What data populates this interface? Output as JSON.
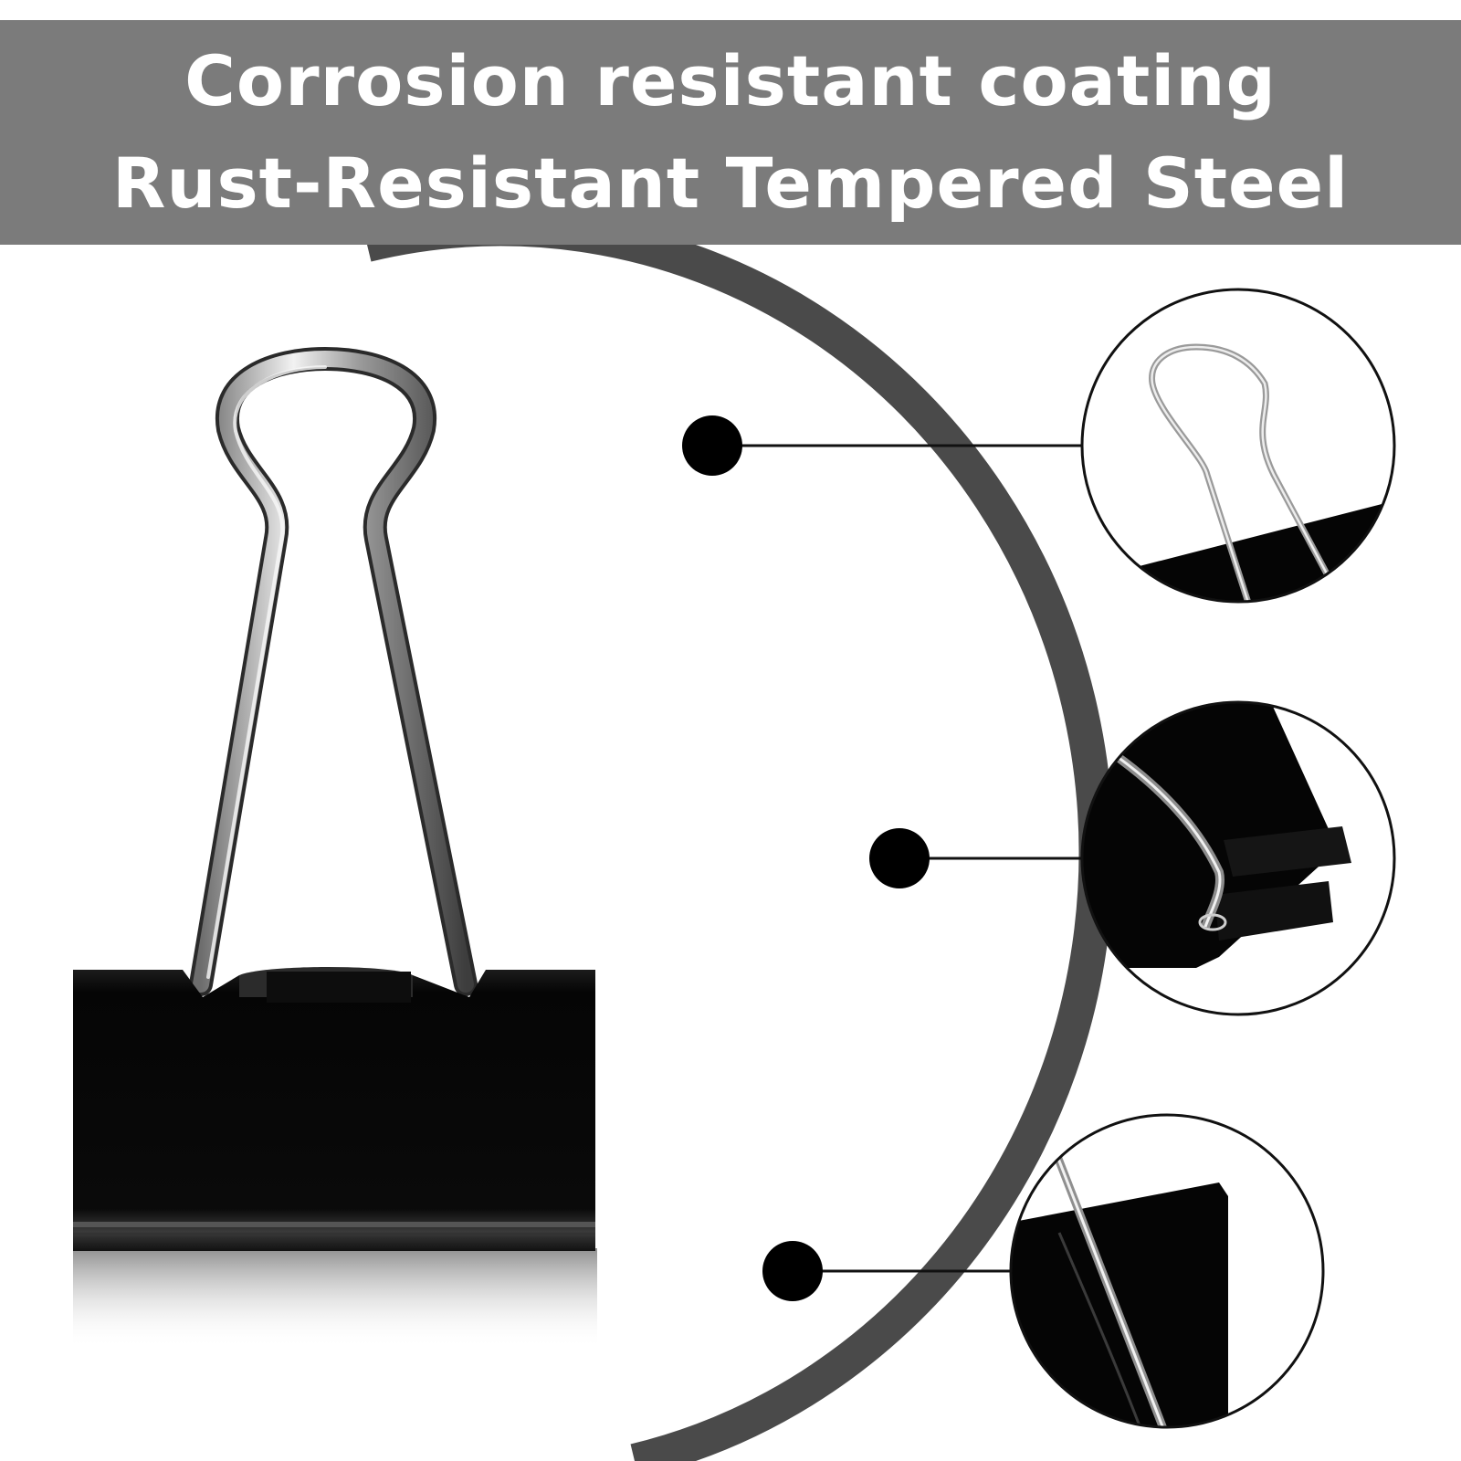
{
  "banner": {
    "line1": "Corrosion resistant coating",
    "line2": "Rust-Resistant Tempered Steel",
    "background_color": "#7b7b7b",
    "text_color": "#ffffff"
  },
  "product": {
    "clip_body_color": "#0b0b0b",
    "wire_color": "#c9c9c9",
    "arc_color": "#4a4a4a"
  },
  "callouts": [
    {
      "name": "handle-loop-detail",
      "icon": "wire-handle-closeup"
    },
    {
      "name": "hinge-detail",
      "icon": "hinge-closeup"
    },
    {
      "name": "edge-detail",
      "icon": "edge-closeup"
    }
  ]
}
